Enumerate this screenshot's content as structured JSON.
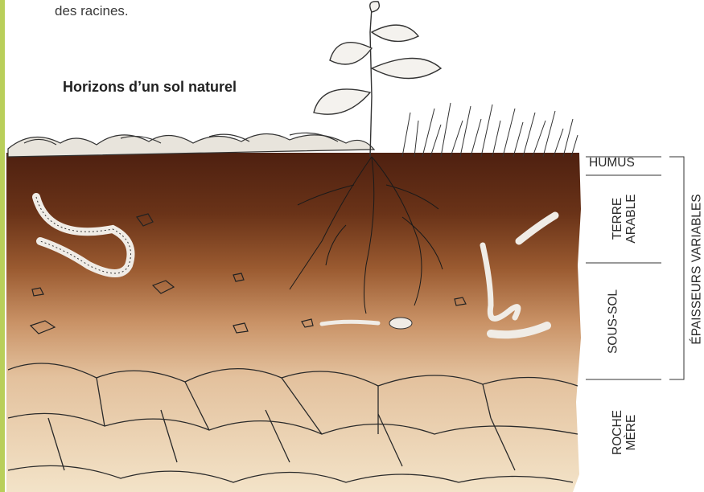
{
  "intro": {
    "text": "des racines."
  },
  "title": "Horizons d’un sol naturel",
  "horizons": [
    {
      "key": "humus",
      "label": "HUMUS"
    },
    {
      "key": "terre_arable",
      "line1": "TERRE",
      "line2": "ARABLE"
    },
    {
      "key": "sous_sol",
      "label": "SOUS-SOL"
    },
    {
      "key": "roche_mere",
      "line1": "ROCHE",
      "line2": "MÈRE"
    }
  ],
  "thickness_bracket": {
    "label": "ÉPAISSEURS VARIABLES"
  },
  "colors": {
    "sidebar_accent": "#b9cf5a",
    "topsoil": "#5a2a14",
    "subsoil": "#c89060",
    "bedrock": "#eed9b8"
  }
}
